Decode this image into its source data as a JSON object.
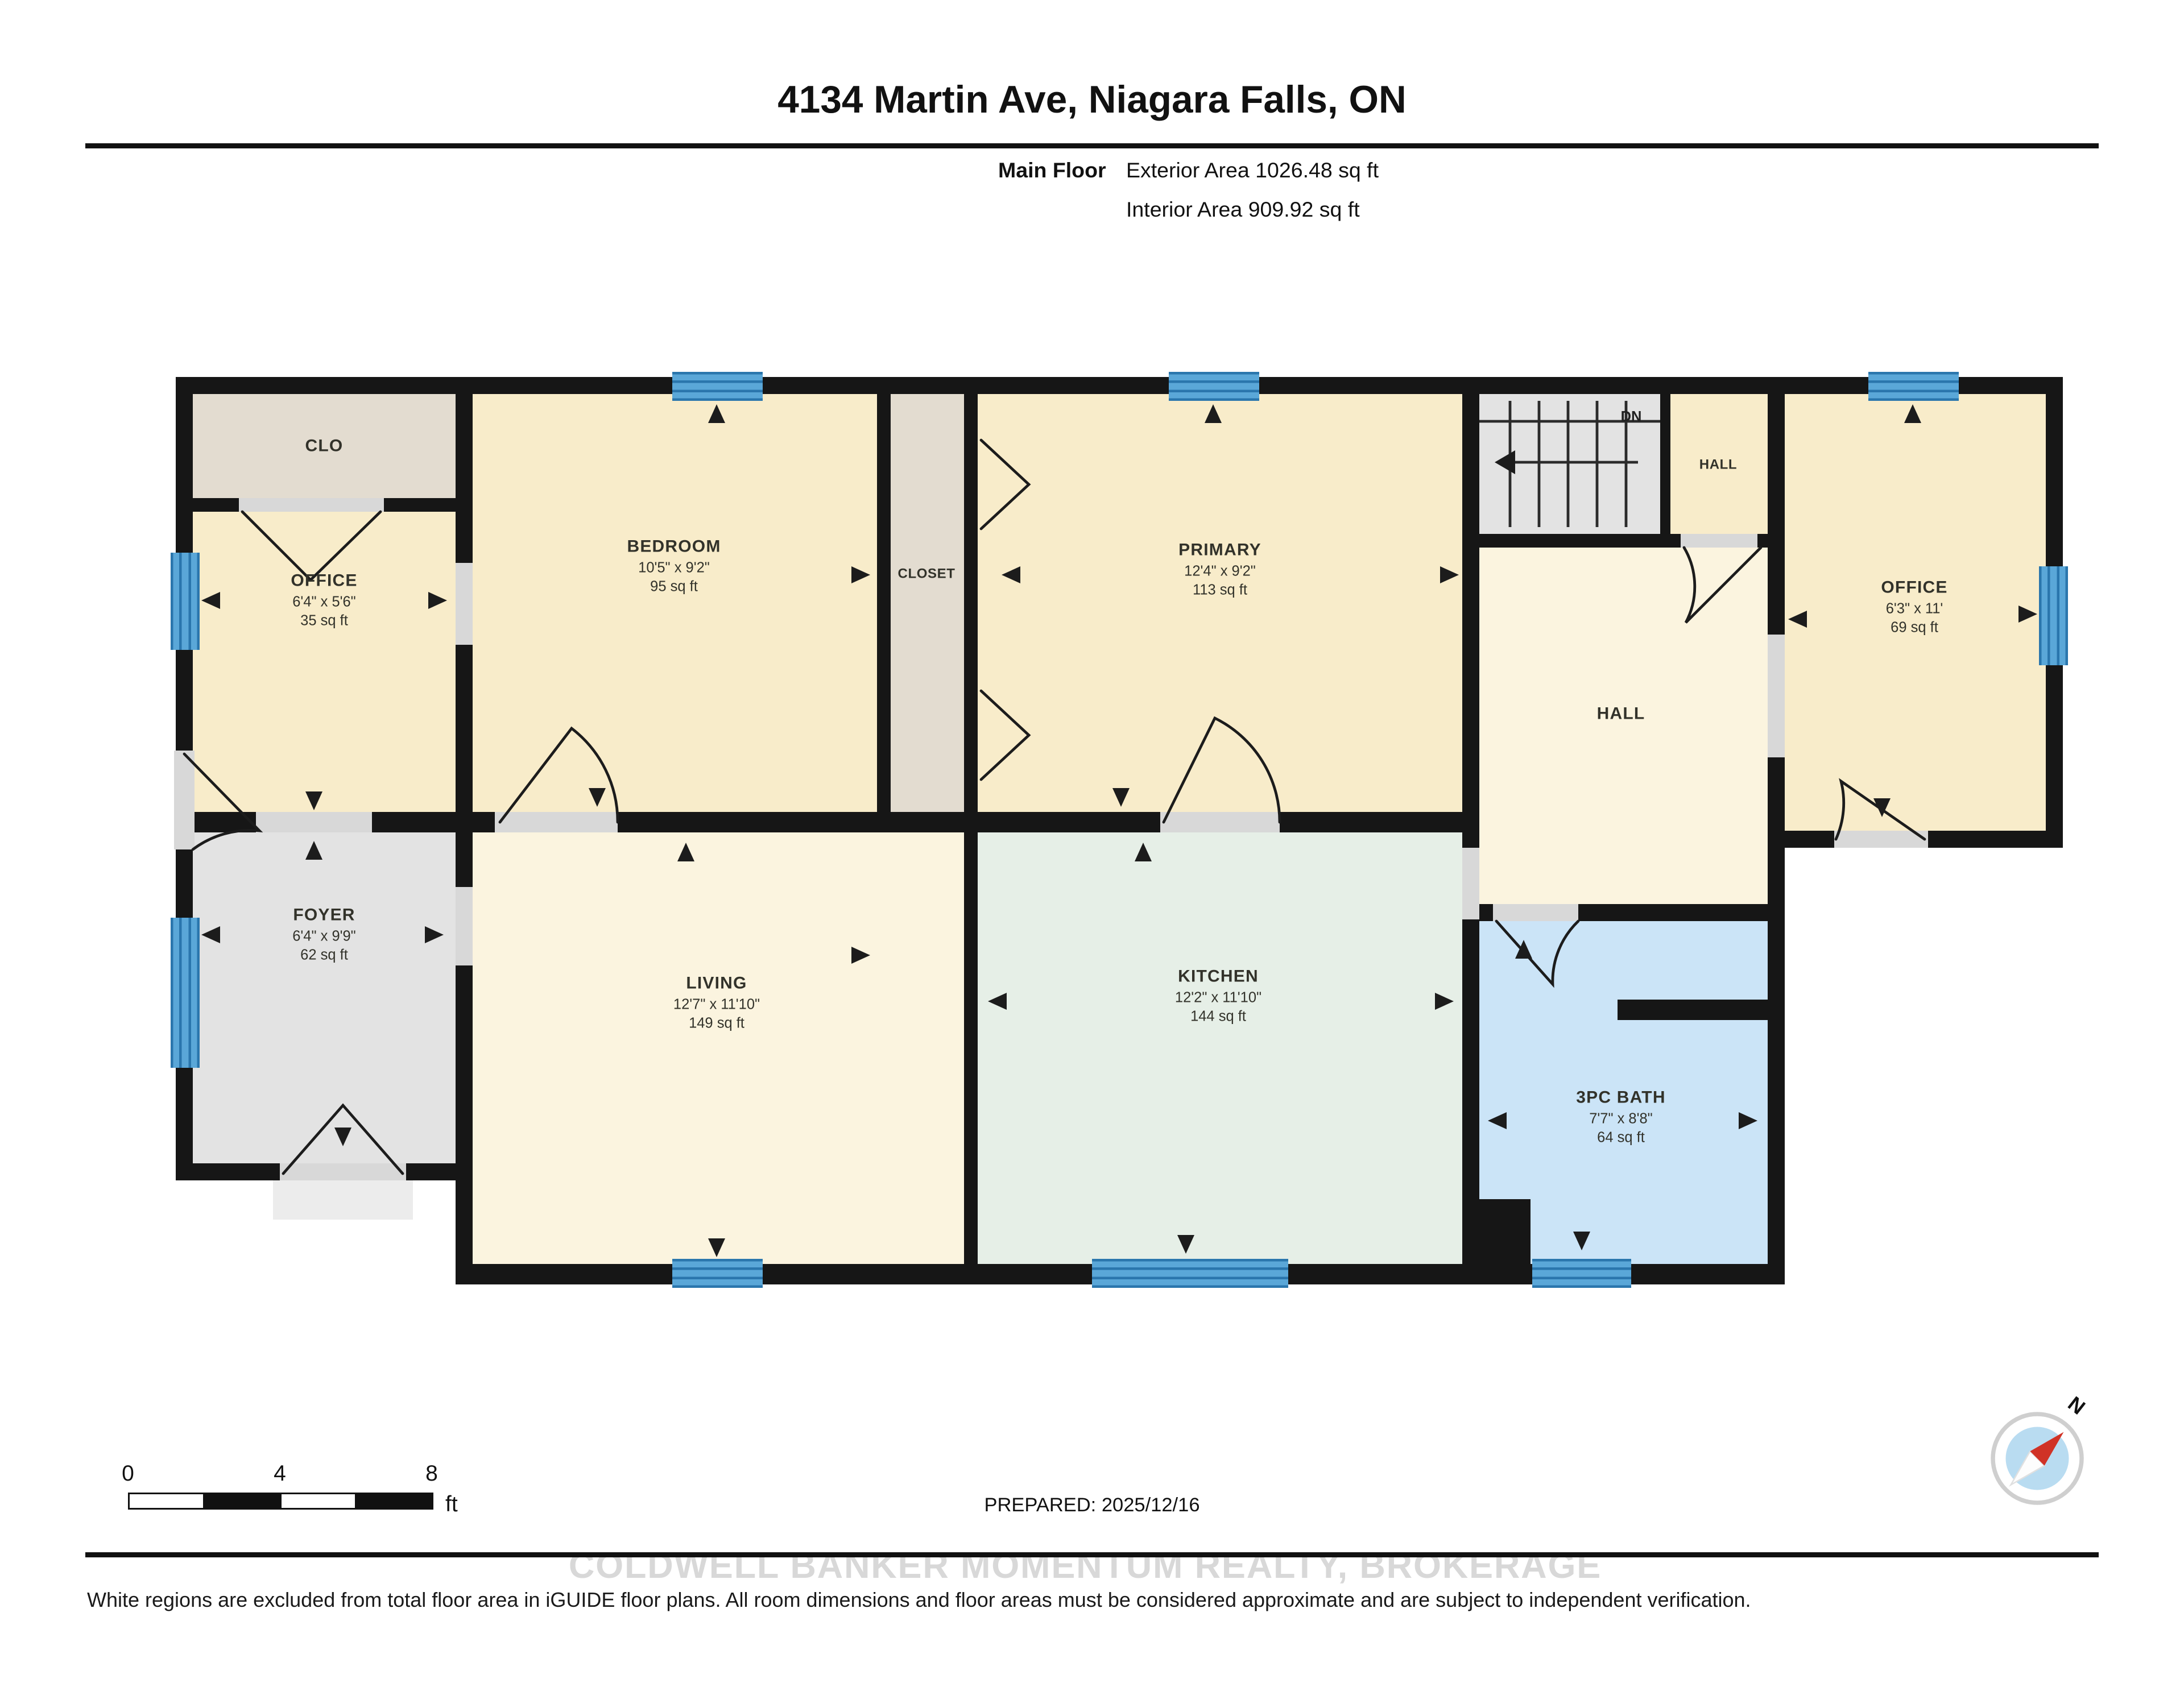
{
  "header": {
    "title": "4134 Martin Ave, Niagara Falls, ON",
    "floor_label": "Main Floor",
    "exterior_area": "Exterior Area 1026.48 sq ft",
    "interior_area": "Interior Area 909.92 sq ft"
  },
  "rooms": [
    {
      "id": "clo",
      "name": "CLO",
      "dims": "",
      "area": ""
    },
    {
      "id": "office-left",
      "name": "OFFICE",
      "dims": "6'4\" x 5'6\"",
      "area": "35 sq ft"
    },
    {
      "id": "foyer",
      "name": "FOYER",
      "dims": "6'4\" x 9'9\"",
      "area": "62 sq ft"
    },
    {
      "id": "bedroom",
      "name": "BEDROOM",
      "dims": "10'5\" x 9'2\"",
      "area": "95 sq ft"
    },
    {
      "id": "closet",
      "name": "CLOSET",
      "dims": "",
      "area": ""
    },
    {
      "id": "primary",
      "name": "PRIMARY",
      "dims": "12'4\" x 9'2\"",
      "area": "113 sq ft"
    },
    {
      "id": "hall-upper",
      "name": "HALL",
      "dims": "",
      "area": ""
    },
    {
      "id": "office-right",
      "name": "OFFICE",
      "dims": "6'3\" x 11'",
      "area": "69 sq ft"
    },
    {
      "id": "hall-main",
      "name": "HALL",
      "dims": "",
      "area": ""
    },
    {
      "id": "living",
      "name": "LIVING",
      "dims": "12'7\" x 11'10\"",
      "area": "149 sq ft"
    },
    {
      "id": "kitchen",
      "name": "KITCHEN",
      "dims": "12'2\" x 11'10\"",
      "area": "144 sq ft"
    },
    {
      "id": "bath",
      "name": "3PC BATH",
      "dims": "7'7\" x 8'8\"",
      "area": "64 sq ft"
    }
  ],
  "stairs_label": "DN",
  "compass_label": "N",
  "scale_bar": {
    "ticks": [
      "0",
      "4",
      "8"
    ],
    "unit": "ft"
  },
  "footer": {
    "prepared": "PREPARED: 2025/12/16",
    "watermark": "COLDWELL BANKER MOMENTUM REALTY, BROKERAGE",
    "disclaimer": "White regions are excluded from total floor area in iGUIDE floor plans. All room dimensions and floor areas must be considered approximate and are subject to independent verification."
  },
  "colors": {
    "wall": "#161616",
    "wheat_room": "#f8ecca",
    "cream_room": "#fbf4df",
    "beige_room": "#e3dcd0",
    "gray_room": "#e3e3e3",
    "mint_room": "#e6efe7",
    "blue_room": "#cbe4f7",
    "window_blue": "#5aa7d8",
    "compass_red": "#d03226"
  }
}
